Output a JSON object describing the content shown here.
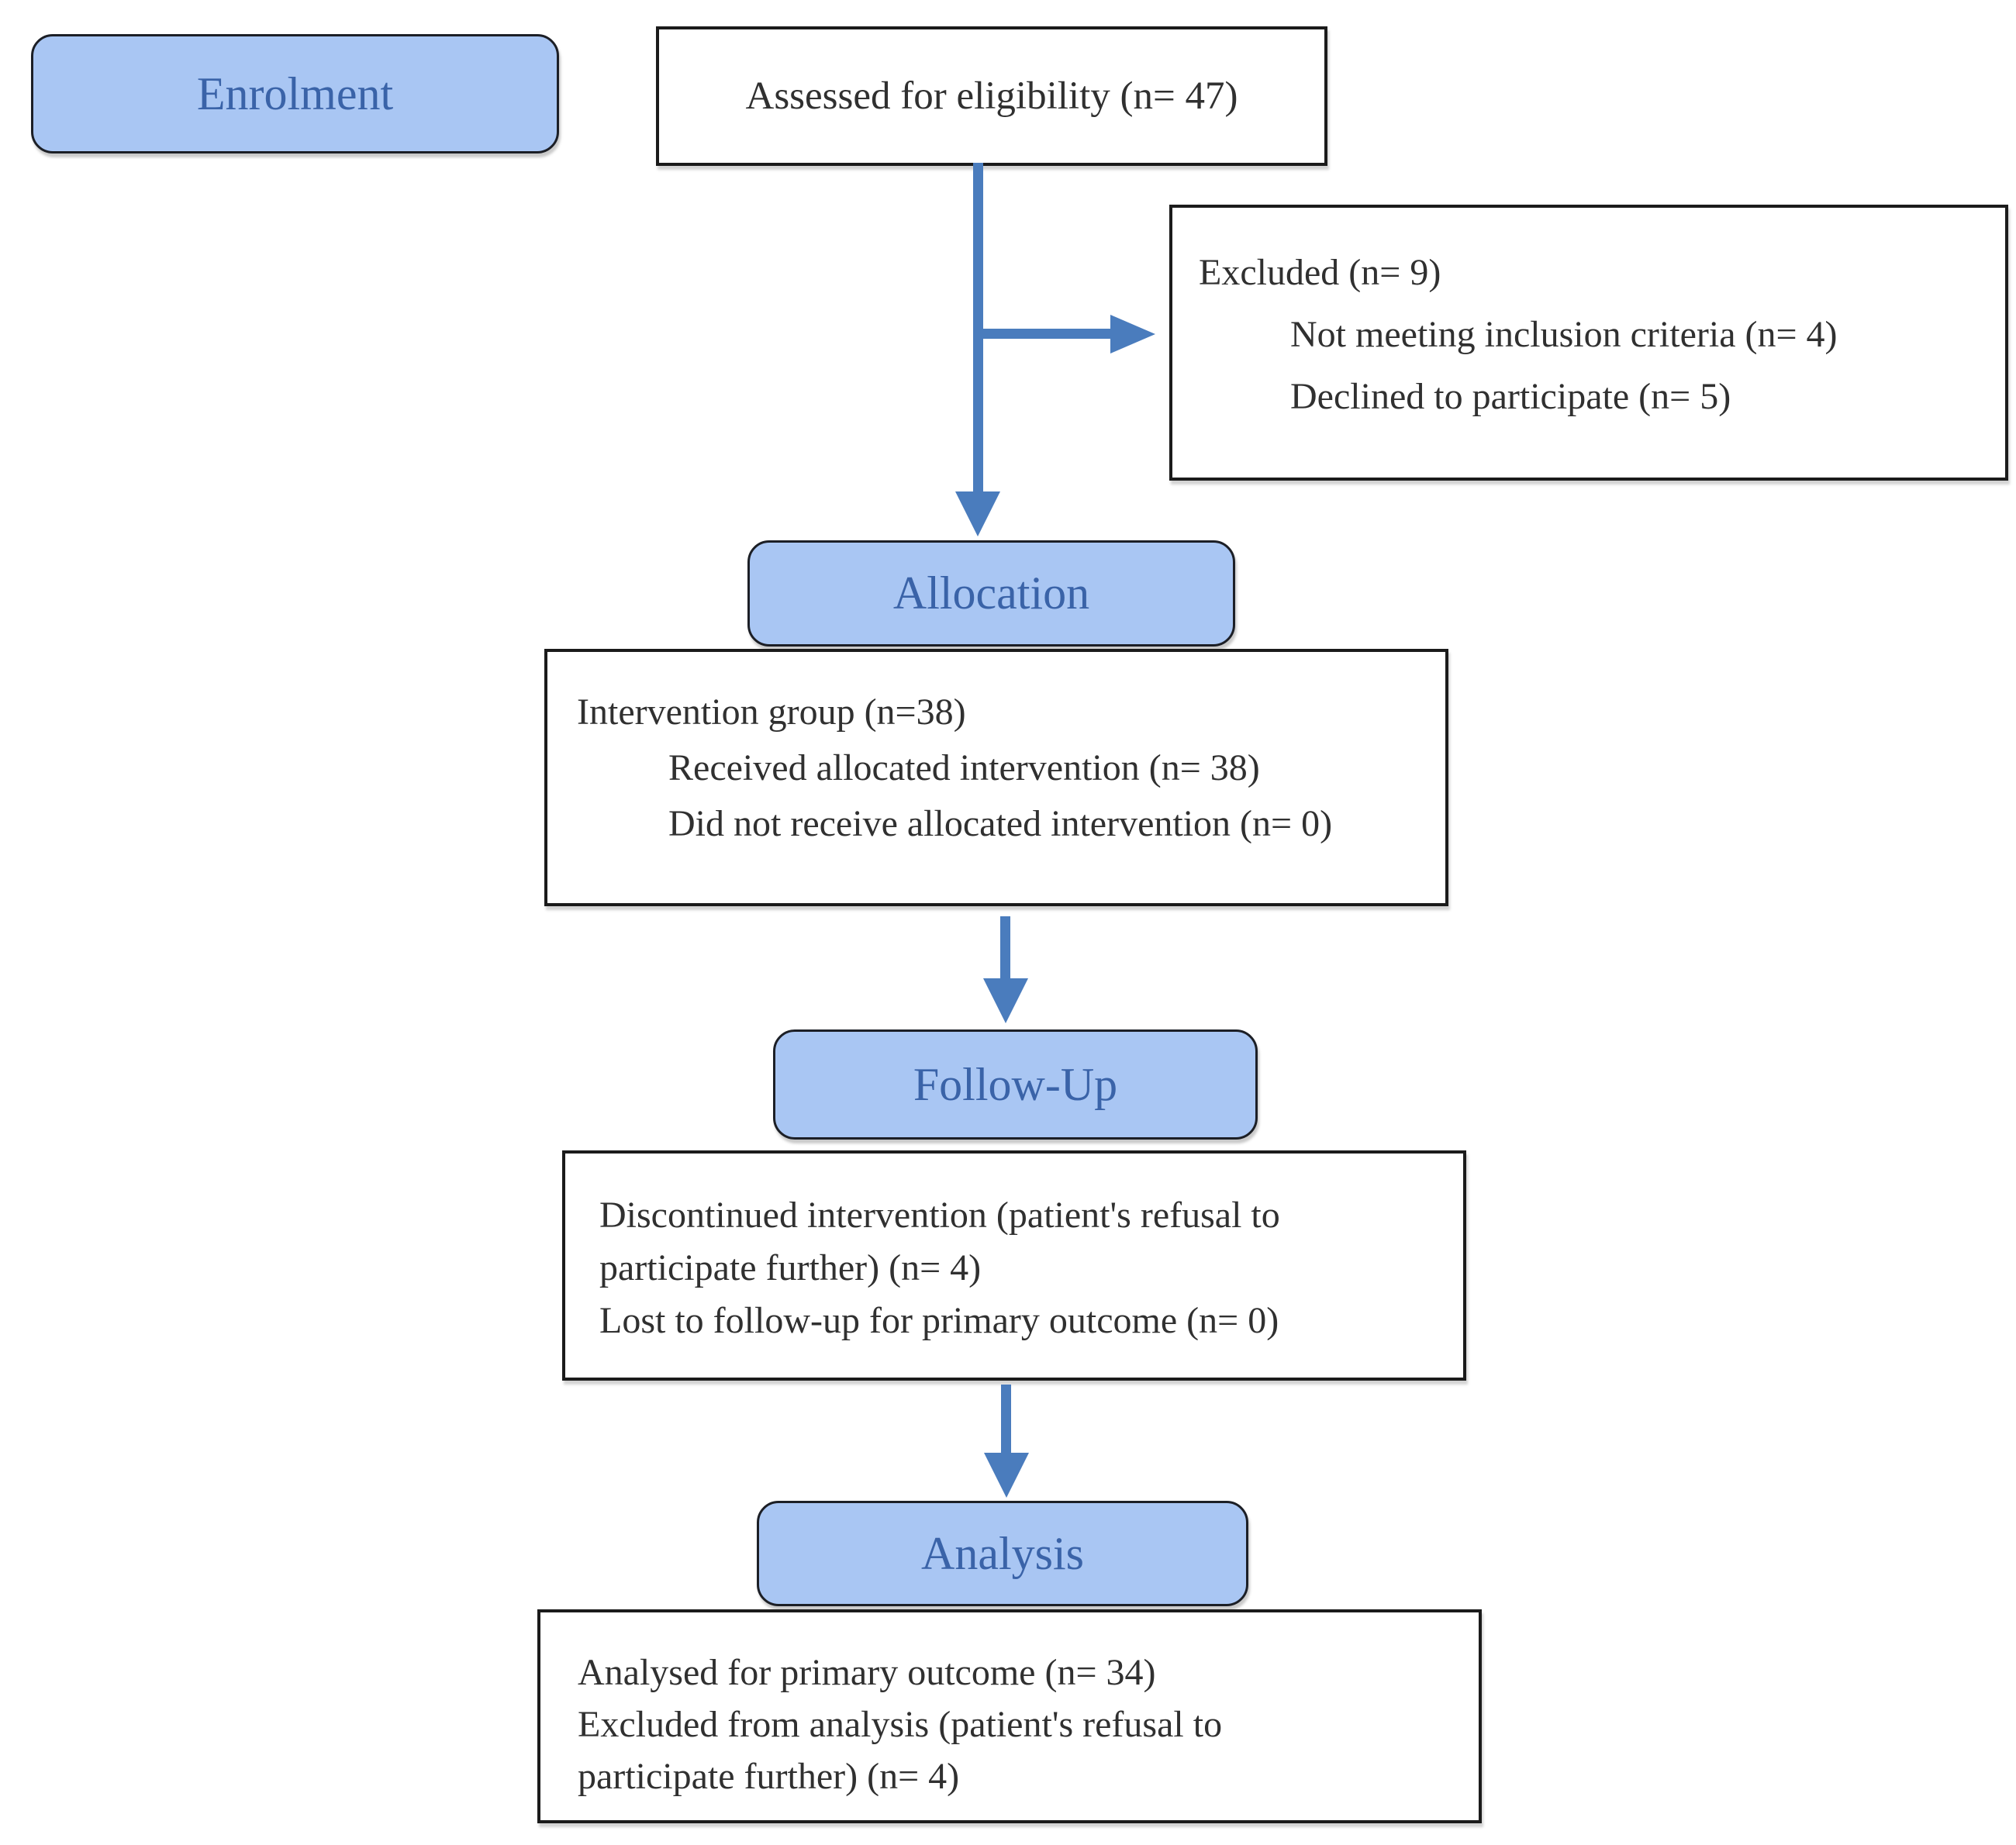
{
  "diagram": {
    "stages": {
      "enrolment": "Enrolment",
      "allocation": "Allocation",
      "followup": "Follow-Up",
      "analysis": "Analysis"
    },
    "boxes": {
      "assessed": {
        "text": "Assessed for eligibility (n= 47)"
      },
      "excluded": {
        "line1": "Excluded (n= 9)",
        "line2": "Not meeting inclusion criteria (n= 4)",
        "line3": "Declined to participate (n= 5)"
      },
      "intervention": {
        "line1": "Intervention group (n=38)",
        "line2": "Received allocated intervention (n= 38)",
        "line3": "Did not receive allocated intervention (n= 0)"
      },
      "followup_outcome": {
        "line1": "Discontinued intervention (patient's refusal to",
        "line2": "participate further) (n= 4)",
        "line3": "Lost to follow-up for primary outcome (n= 0)"
      },
      "analysis_outcome": {
        "line1": "Analysed for primary outcome (n= 34)",
        "line2": "Excluded from analysis (patient's refusal to",
        "line3": "participate further) (n= 4)"
      }
    },
    "colors": {
      "stage_fill": "#A9C6F3",
      "stage_text": "#3A63A8",
      "arrow": "#4A7CBD",
      "border_dark": "#1C1F26",
      "box_border": "#1B1B1B",
      "text": "#303030"
    }
  }
}
